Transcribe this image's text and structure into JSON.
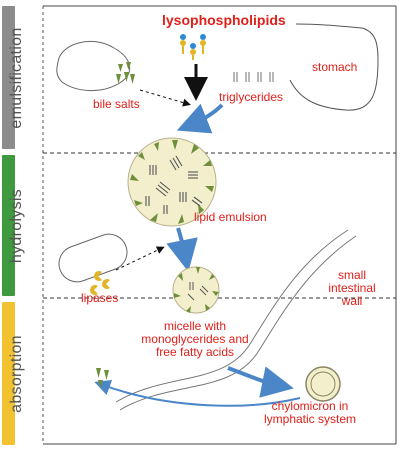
{
  "stages": [
    "emulsification",
    "hydrolysis",
    "absorption"
  ],
  "colors": {
    "emulsification": "#8c8c8c",
    "hydrolysis": "#3f9a3f",
    "absorption": "#f2c230",
    "arrow": "#4a86c8",
    "label": "#e0201a",
    "triangle": "#6f8f3a",
    "droplet_fill": "#f3efcc"
  },
  "labels": {
    "lysophospholipids": "lysophospholipids",
    "stomach": "stomach",
    "bile_salts": "bile salts",
    "triglycerides": "triglycerides",
    "lipid_emulsion": "lipid emulsion",
    "lipases": "lipases",
    "small_intestinal_wall": [
      "small",
      "intestinal",
      "wall"
    ],
    "micelle": [
      "micelle with",
      "monoglycerides and",
      "free fatty acids"
    ],
    "chylomicron": [
      "chylomicron in",
      "lymphatic system"
    ]
  },
  "icons": [
    "dropper-icon",
    "cell-membrane",
    "triangle-cluster",
    "droplet",
    "chylomicron-circle",
    "lipase-enzyme"
  ]
}
